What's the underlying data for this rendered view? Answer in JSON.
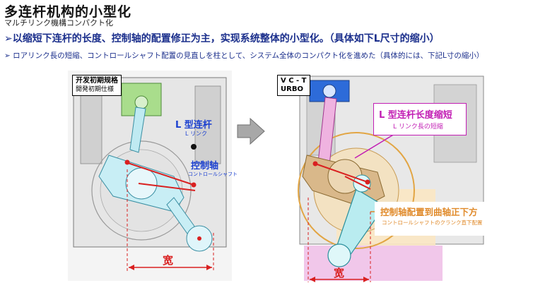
{
  "header": {
    "title": "多连杆机构的小型化",
    "subtitle": "マルチリンク機構コンパクト化",
    "bullet_cn": "➢以缩短下连杆的长度、控制轴的配置修正为主，实现系统整体的小型化。（具体如下L尺寸的缩小）",
    "bullet_jp": "➢ ロアリンク長の短縮、コントロールシャフト配置の見直しを柱として、システム全体のコンパクト化を進めた（具体的には、下記L寸の縮小）"
  },
  "left_panel": {
    "tag_cn": "开发初期规格",
    "tag_jp": "開発初期仕様",
    "lower_link_cn": "L 型连杆",
    "lower_link_jp": "L リンク",
    "control_shaft_cn": "控制轴",
    "control_shaft_jp": "コントロールシャフト",
    "width_label": "宽"
  },
  "right_panel": {
    "tag_line1": "V C - T",
    "tag_line2": "URBO",
    "lower_link_cn": "L 型连杆长度缩短",
    "lower_link_jp": "L リンク長の短縮",
    "control_shaft_cn": "控制轴配置到曲轴正下方",
    "control_shaft_jp": "コントロールシャフトのクランク直下配置",
    "width_label": "宽"
  },
  "colors": {
    "heading_blue": "#1b2f8c",
    "callout_blue": "#1a3fd0",
    "callout_magenta": "#c21fb4",
    "callout_orange": "#e08a2a",
    "dimension_red": "#d92020"
  }
}
